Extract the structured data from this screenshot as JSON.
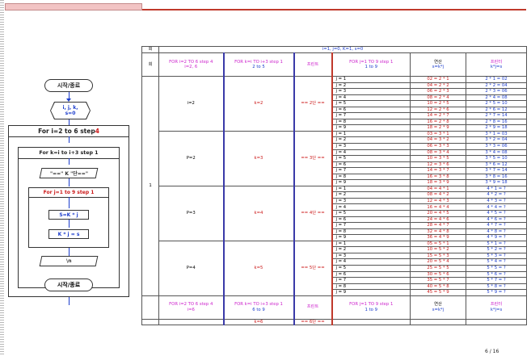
{
  "flowchart": {
    "start": "시작/종료",
    "input_var": "i, j, k,",
    "input_init": "s=0",
    "outer_loop_prefix": "For i=2 to 6 step ",
    "outer_loop_step": "4",
    "mid_loop": "For k=i to i+3 step 1",
    "print_header": "\"==\" K \"단==\"",
    "inner_loop": "For j=1 to 9 step 1",
    "calc": "S=K * j",
    "print_row": "K * j = s",
    "newline": "\\n",
    "end": "시작/종료"
  },
  "table": {
    "top_left": "회",
    "init_label": "i=1, j=0, K=1, s=0",
    "header": {
      "c0": "회",
      "c1": "FOR i=2 TO 6 step 4",
      "c1b": "i=2, 6",
      "c2": "FOR k=i TO i+3 step 1",
      "c2b": "2 to 5",
      "c3": "프린트",
      "c4": "FOR j=1 TO 9 step 1",
      "c4b": "1 to 9",
      "c5": "연산",
      "c5b": "s=k*j",
      "c6": "프린터",
      "c6b": "k*j=s"
    },
    "round": "1",
    "i_label": "i=2",
    "groups": [
      {
        "k_label": "k=2",
        "print": "== 2단 ==",
        "rows": [
          [
            "j = 1",
            "02 = 2 * 1",
            "2 * 1 = 02"
          ],
          [
            "j = 2",
            "04 = 2 * 2",
            "2 * 2 = 04"
          ],
          [
            "j = 3",
            "06 = 2 * 3",
            "2 * 3 = 06"
          ],
          [
            "j = 4",
            "08 = 2 * 4",
            "2 * 4 = 08"
          ],
          [
            "j = 5",
            "10 = 2 * 5",
            "2 * 5 = 10"
          ],
          [
            "j = 6",
            "12 = 2 * 6",
            "2 * 6 = 12"
          ],
          [
            "j = 7",
            "14 = 2 * 7",
            "2 * 7 = 14"
          ],
          [
            "j = 8",
            "16 = 2 * 8",
            "2 * 8 = 16"
          ],
          [
            "j = 9",
            "18 = 2 * 9",
            "2 * 9 = 18"
          ]
        ]
      },
      {
        "k_label": "k=3",
        "i_label": "P=2",
        "print": "== 3단 ==",
        "rows": [
          [
            "j = 1",
            "03 = 3 * 1",
            "3 * 1 = 03"
          ],
          [
            "j = 2",
            "04 = 3 * 2",
            "3 * 2 = 04"
          ],
          [
            "j = 3",
            "06 = 3 * 3",
            "3 * 3 = 06"
          ],
          [
            "j = 4",
            "08 = 3 * 4",
            "3 * 4 = 08"
          ],
          [
            "j = 5",
            "10 = 3 * 5",
            "3 * 5 = 10"
          ],
          [
            "j = 6",
            "12 = 3 * 6",
            "3 * 6 = 12"
          ],
          [
            "j = 7",
            "14 = 3 * 7",
            "3 * 7 = 14"
          ],
          [
            "j = 8",
            "16 = 3 * 8",
            "3 * 8 = 16"
          ],
          [
            "j = 9",
            "18 = 3 * 9",
            "3 * 9 = 18"
          ]
        ]
      },
      {
        "k_label": "k=4",
        "i_label": "P=3",
        "print": "== 4단 ==",
        "rows": [
          [
            "j = 1",
            "04 = 4 * 1",
            "4 * 1 = ?"
          ],
          [
            "j = 2",
            "08 = 4 * 2",
            "4 * 2 = ?"
          ],
          [
            "j = 3",
            "12 = 4 * 3",
            "4 * 3 = ?"
          ],
          [
            "j = 4",
            "16 = 4 * 4",
            "4 * 4 = ?"
          ],
          [
            "j = 5",
            "20 = 4 * 5",
            "4 * 5 = ?"
          ],
          [
            "j = 6",
            "24 = 4 * 6",
            "4 * 6 = ?"
          ],
          [
            "j = 7",
            "28 = 4 * 7",
            "4 * 7 = ?"
          ],
          [
            "j = 8",
            "32 = 4 * 8",
            "4 * 8 = ?"
          ],
          [
            "j = 9",
            "36 = 4 * 9",
            "4 * 9 = ?"
          ]
        ]
      },
      {
        "k_label": "k=5",
        "i_label": "P=4",
        "print": "== 5단 ==",
        "rows": [
          [
            "j = 1",
            "05 = 5 * 1",
            "5 * 1 = ?"
          ],
          [
            "j = 2",
            "10 = 5 * 2",
            "5 * 2 = ?"
          ],
          [
            "j = 3",
            "15 = 5 * 3",
            "5 * 3 = ?"
          ],
          [
            "j = 4",
            "20 = 5 * 4",
            "5 * 4 = ?"
          ],
          [
            "j = 5",
            "25 = 5 * 5",
            "5 * 5 = ?"
          ],
          [
            "j = 6",
            "30 = 5 * 6",
            "5 * 6 = ?"
          ],
          [
            "j = 7",
            "35 = 5 * 7",
            "5 * 7 = ?"
          ],
          [
            "j = 8",
            "40 = 5 * 8",
            "5 * 8 = ?"
          ],
          [
            "j = 9",
            "45 = 5 * 9",
            "5 * 9 = ?"
          ]
        ]
      }
    ],
    "footer": {
      "c1": "FOR i=2 TO 6 step 4",
      "c1b": "i=6",
      "c2": "FOR k=i TO i+3 step 1",
      "c2b": "6 to 9",
      "c3": "프린트",
      "c4": "FOR j=1 TO 9 step 1",
      "c4b": "1 to 9",
      "c5": "연산",
      "c5b": "s=k*j",
      "c6": "프린터",
      "c6b": "k*j=s",
      "last_k": "k=6",
      "last_print": "== 6단 =="
    }
  },
  "page": "6 / 16"
}
